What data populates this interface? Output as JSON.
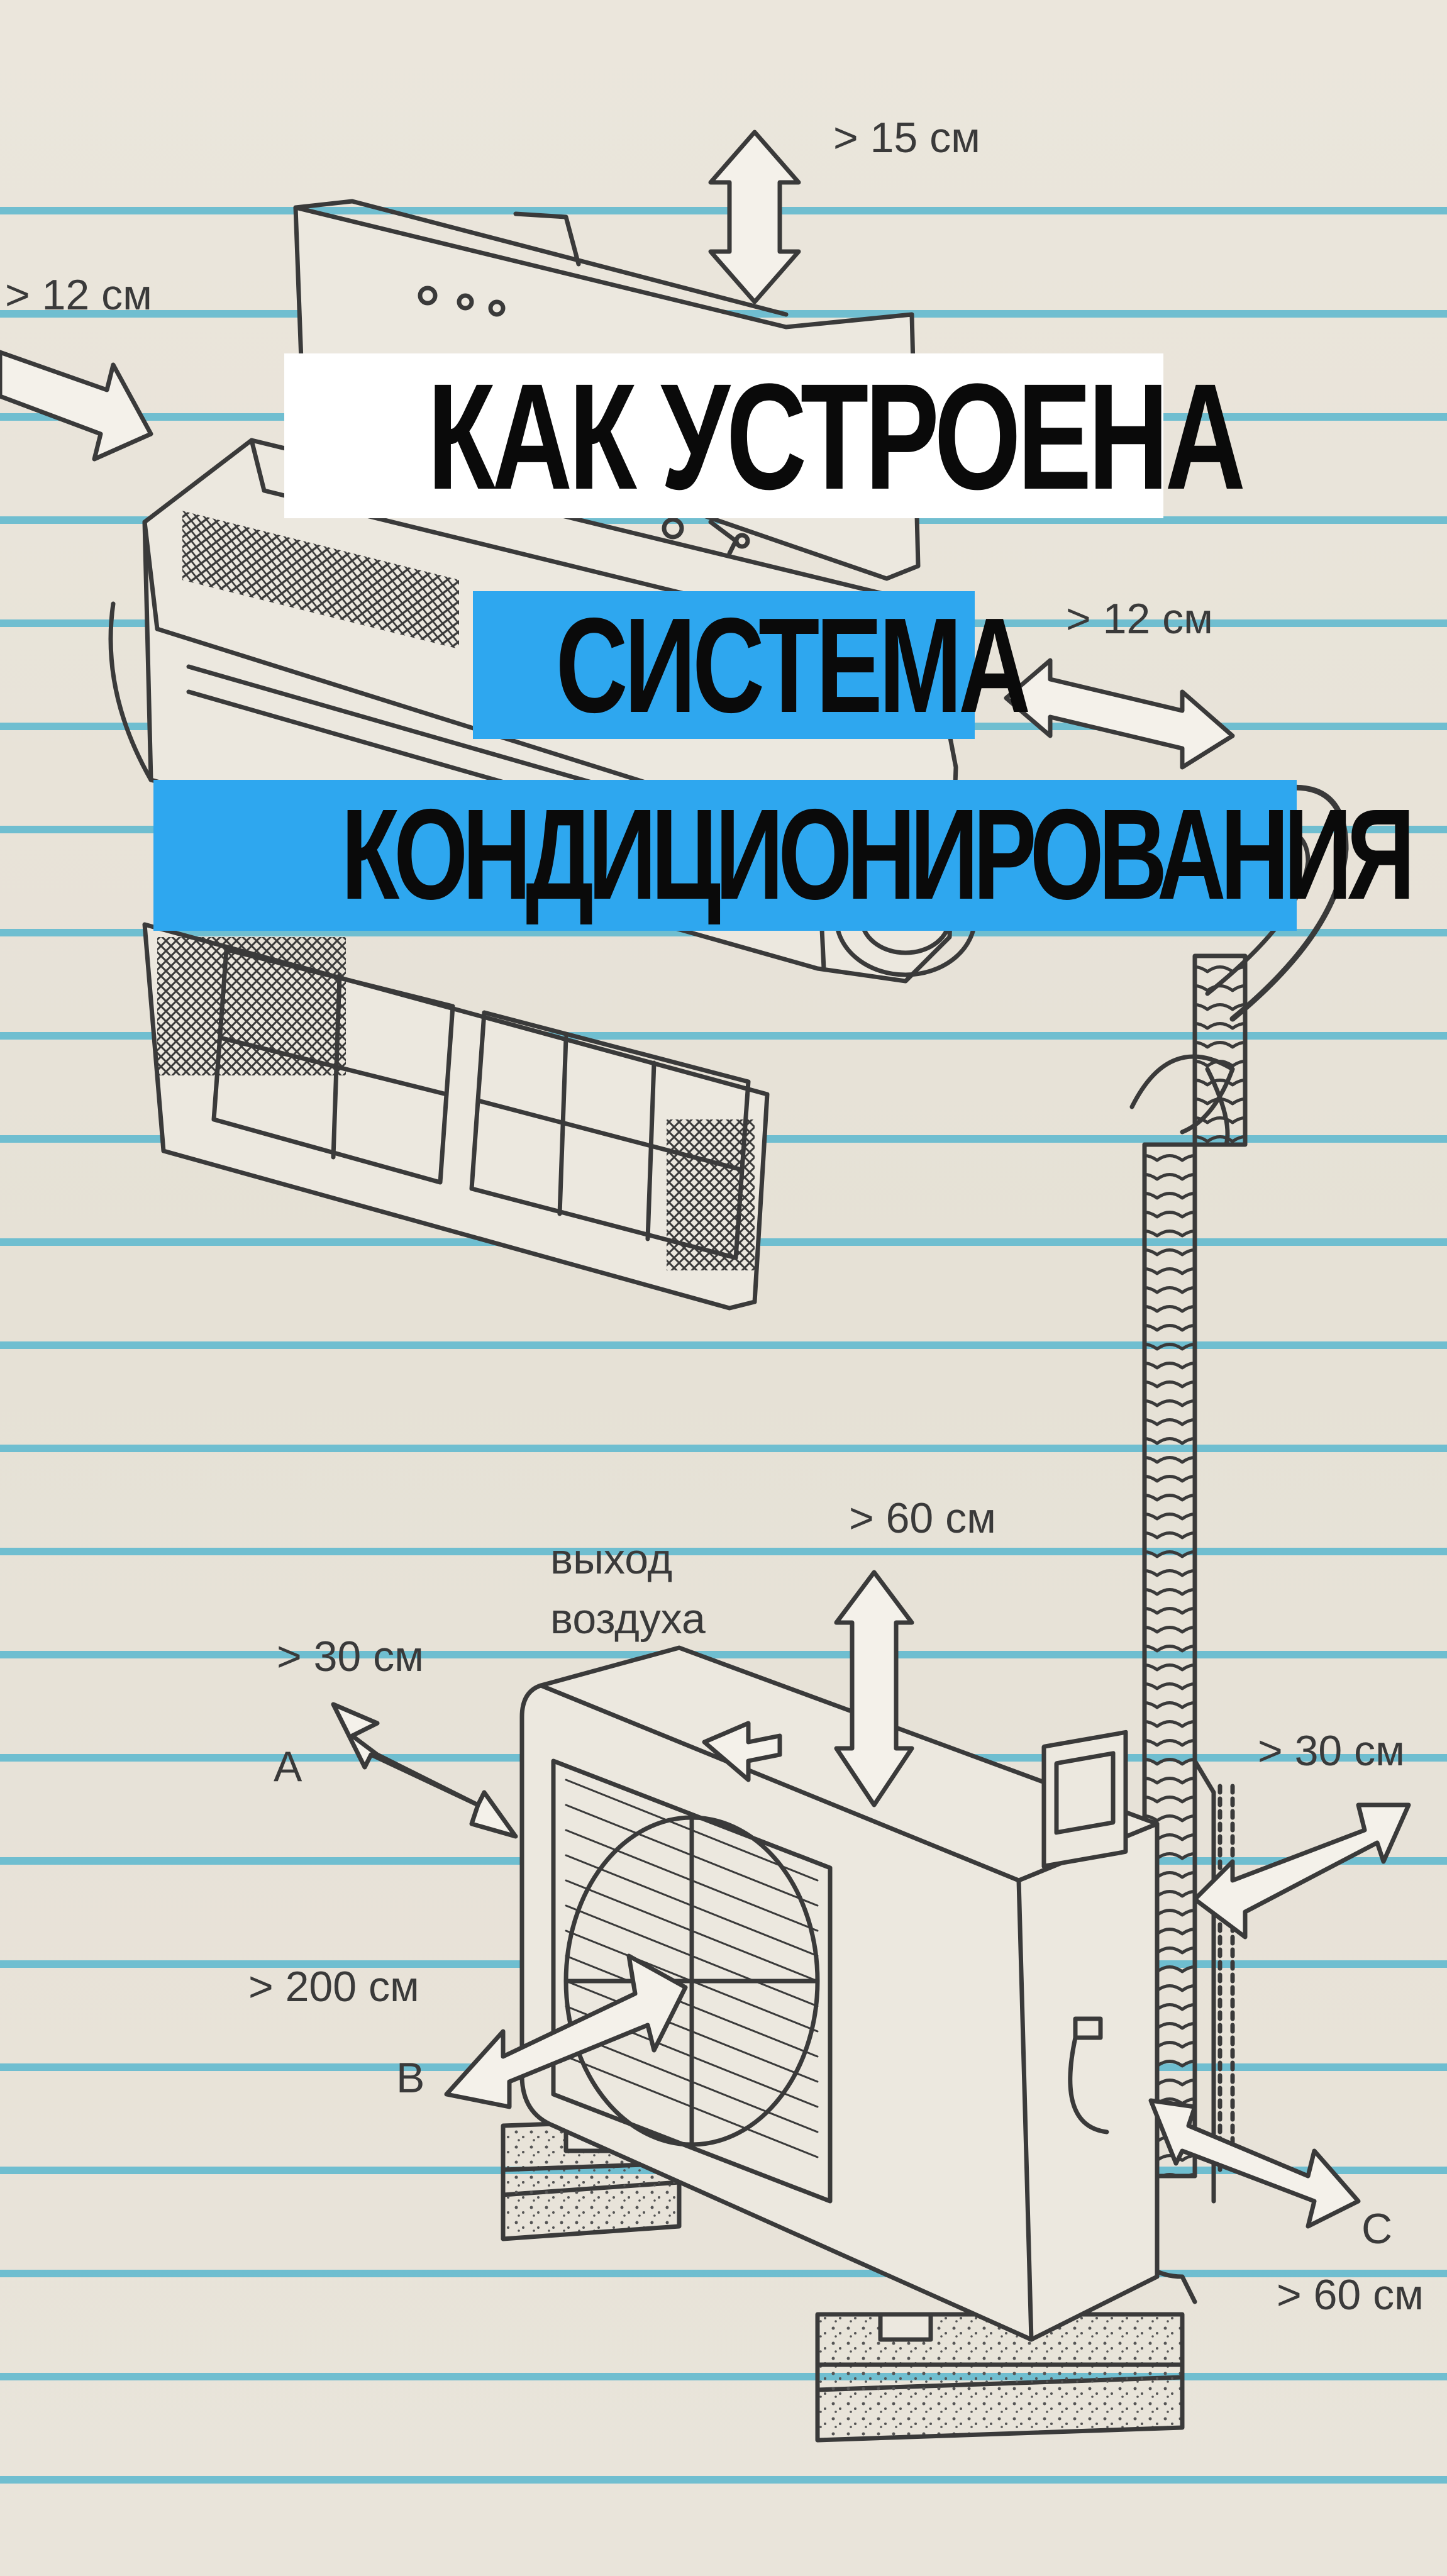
{
  "title": {
    "line1": "КАК УСТРОЕНА",
    "line2": "СИСТЕМА",
    "line3": "КОНДИЦИОНИРОВАНИЯ"
  },
  "colors": {
    "paper": "#e9e4da",
    "ruled_line": "#5bb8cf",
    "title_highlight_white": "#ffffff",
    "title_highlight_blue": "#2ea7ef",
    "sketch": "#3a3a3a"
  },
  "labels": {
    "top_clearance": "> 15 см",
    "left_clearance": "> 12 см",
    "right_clearance": "> 12 см",
    "outdoor_top": "> 60 см",
    "air_outlet_line1": "выход",
    "air_outlet_line2": "воздуха",
    "outdoor_rear": "> 30 см",
    "mark_a": "A",
    "outdoor_front": "> 200 см",
    "mark_b": "B",
    "outdoor_side": "> 30 см",
    "mark_c": "C",
    "outdoor_c": "> 60 см"
  }
}
